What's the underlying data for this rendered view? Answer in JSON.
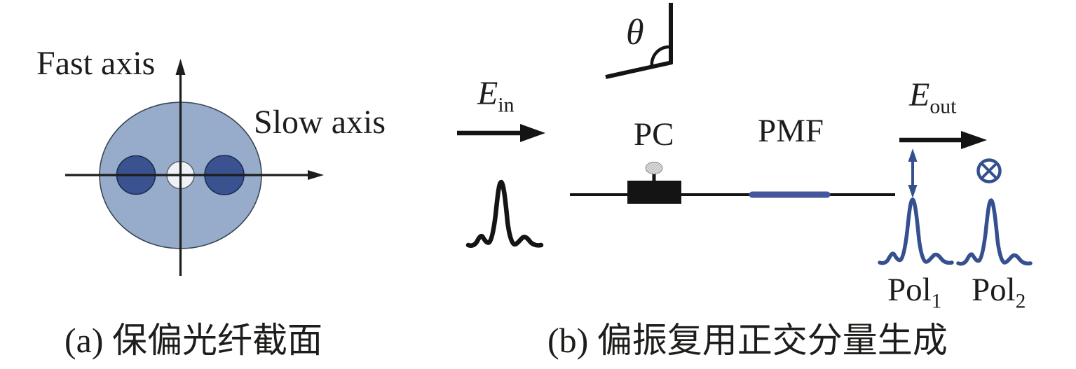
{
  "panel_a": {
    "caption": "(a) 保偏光纤截面",
    "fast_axis_label": "Fast axis",
    "slow_axis_label": "Slow axis",
    "colors": {
      "cladding": "#97accb",
      "stress_rod": "#3a5290",
      "stress_rod_outline": "#1c2c52",
      "core": "#eef1f6",
      "core_outline": "#5a6470",
      "axis": "#1d1d1b"
    }
  },
  "panel_b": {
    "caption": "(b) 偏振复用正交分量生成",
    "theta_label": "θ",
    "e_in": {
      "base": "E",
      "sub": "in"
    },
    "e_out": {
      "base": "E",
      "sub": "out"
    },
    "pc_label": "PC",
    "pmf_label": "PMF",
    "pol1": {
      "base": "Pol",
      "sub": "1"
    },
    "pol2": {
      "base": "Pol",
      "sub": "2"
    },
    "colors": {
      "blue": "#34508e",
      "pmf_segment": "#44569e",
      "ink": "#141414",
      "knob_fill": "#d9d9d9",
      "knob_outline": "#8a8a8a"
    }
  }
}
